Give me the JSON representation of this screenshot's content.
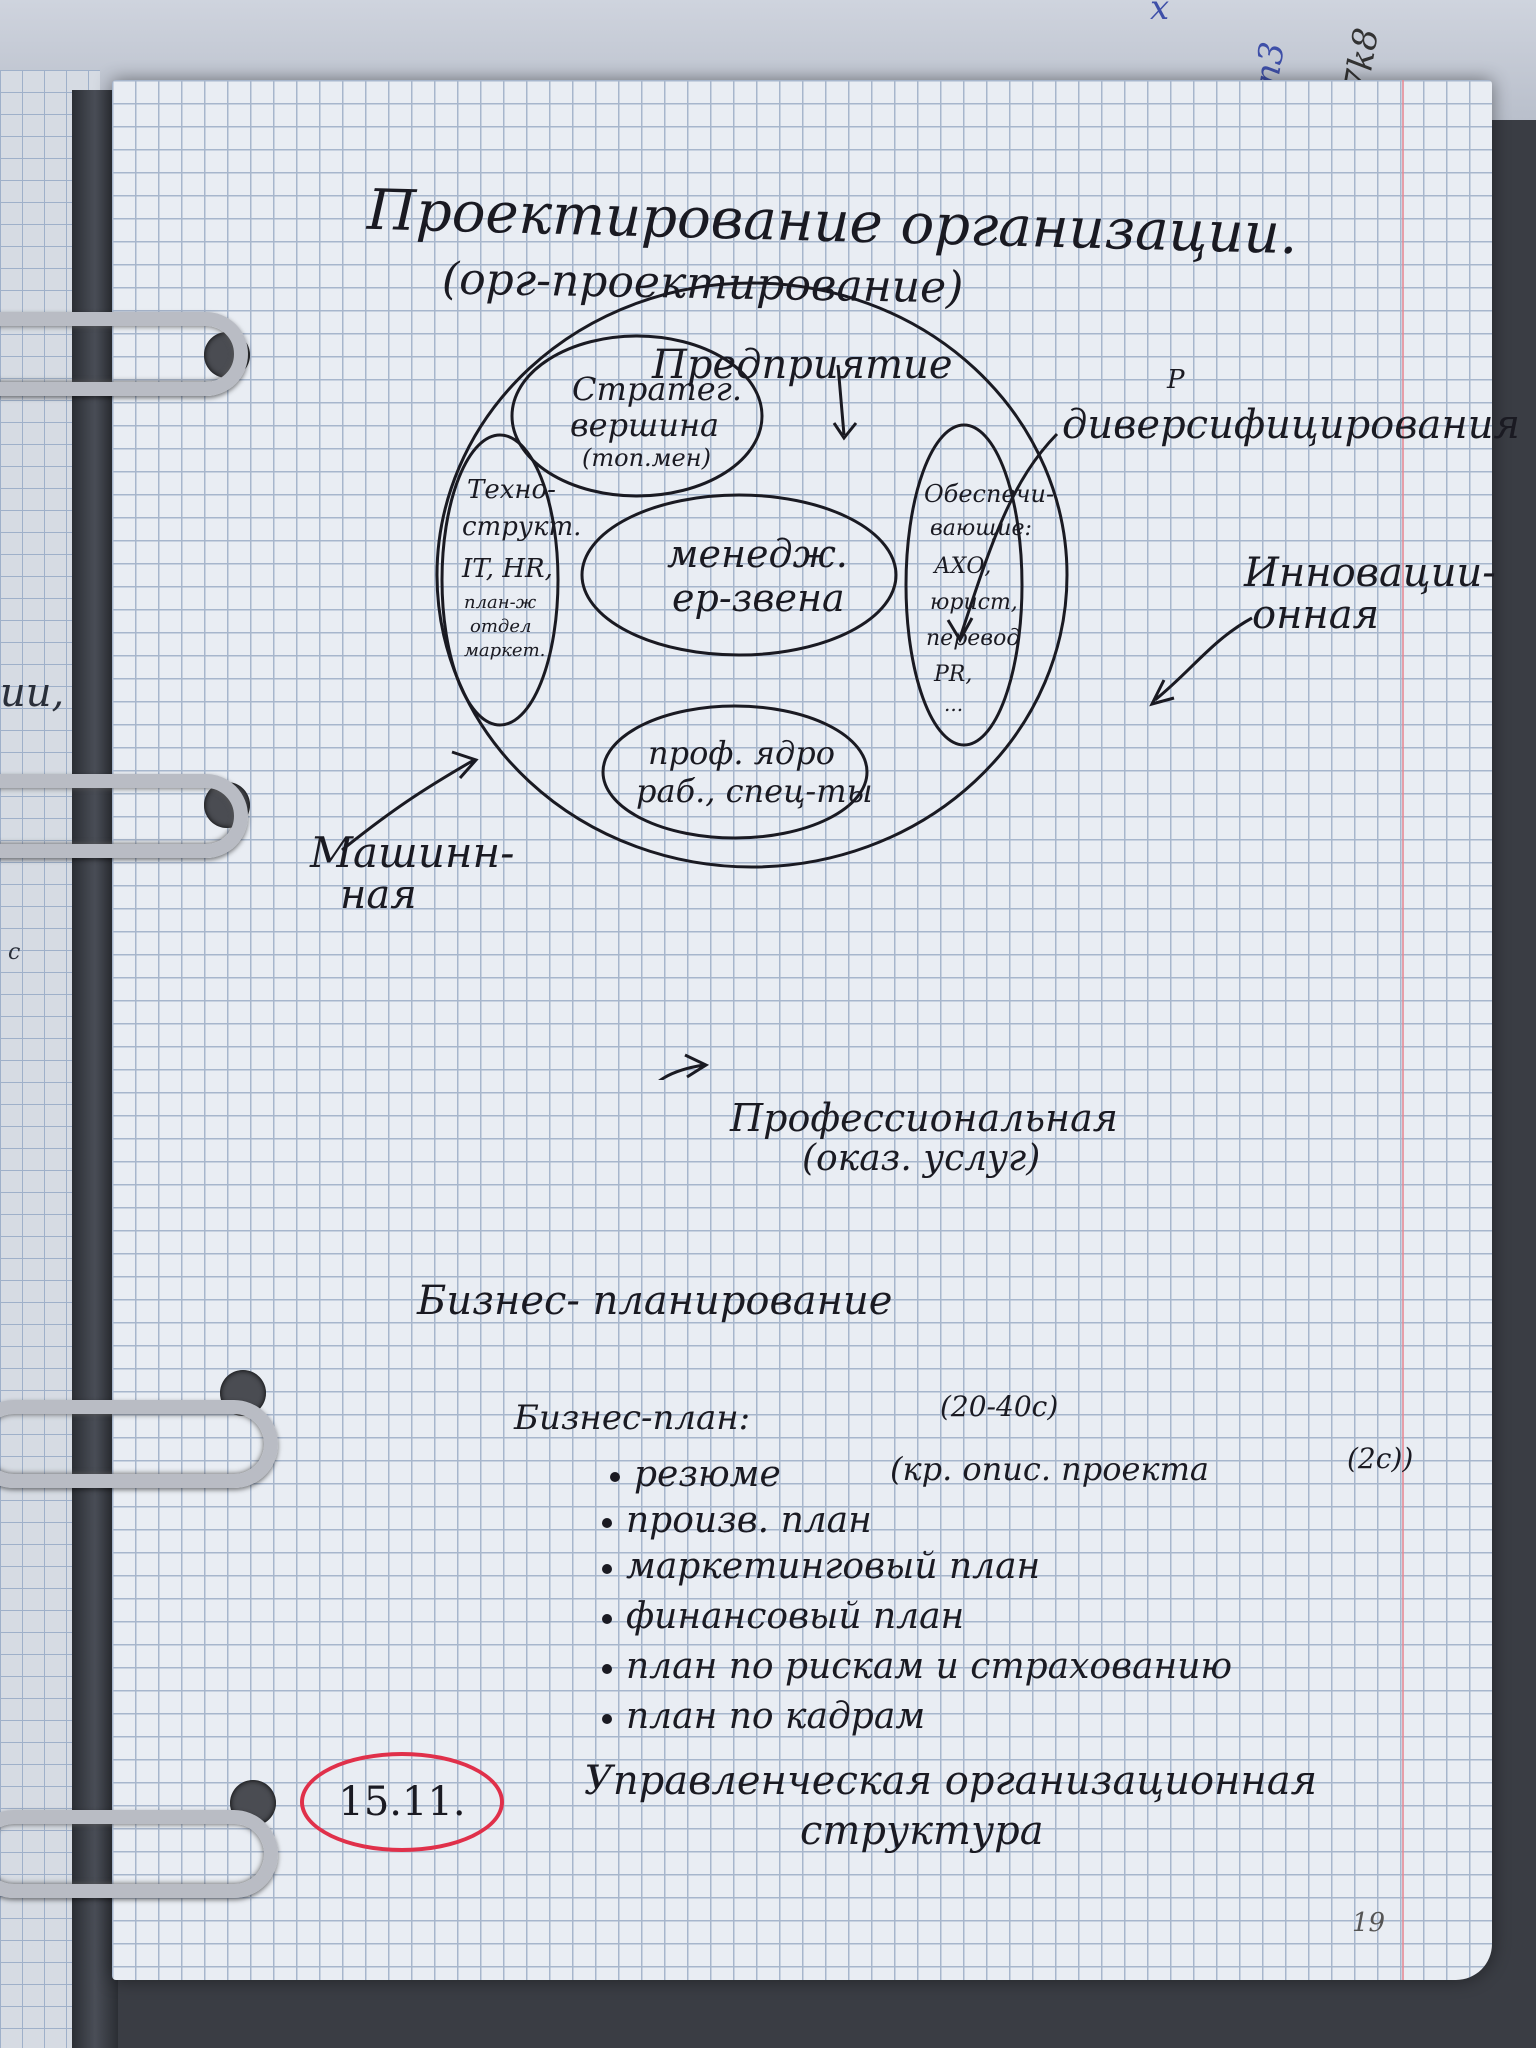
{
  "background": {
    "under_sheet_text": [
      "x",
      "n3",
      "7k8"
    ],
    "left_page_fragments": [
      "ии,",
      "с"
    ]
  },
  "page": {
    "title": "Проектирование организации.",
    "subtitle": "(орг-проектирование)",
    "diagram": {
      "top_label": "Предприятие",
      "top_right_label": "диверсифицирования",
      "top_right_marker": "P",
      "right_label": [
        "Инновации-",
        "онная"
      ],
      "left_label": [
        "Машинн-",
        "ная"
      ],
      "bottom_label": [
        "Профессиональная",
        "(оказ. услуг)"
      ],
      "center_node": [
        "менедж.",
        "ер-звена"
      ],
      "top_node": [
        "Стратег.",
        "вершина",
        "(топ.мен)"
      ],
      "left_node": [
        "Техно-",
        "структ.",
        "IT, HR,",
        "план-ж",
        "отдел",
        "маркет."
      ],
      "right_node": [
        "Обеспечи-",
        "вающие:",
        "АХО,",
        "юрист,",
        "перевод",
        "PR,",
        "..."
      ],
      "bottom_node": [
        "проф. ядро",
        "раб., спец-ты"
      ]
    },
    "section_heading": "Бизнес- планирование",
    "business_plan": {
      "heading": "Бизнес-план:",
      "pages_note": "(20-40с)",
      "items": [
        {
          "text": "резюме",
          "note": "(кр. опис. проекта",
          "note2": "(2с))"
        },
        {
          "text": "произв. план"
        },
        {
          "text": "маркетинговый план"
        },
        {
          "text": "финансовый план"
        },
        {
          "text": "план по рискам и страхованию"
        },
        {
          "text": "план по кадрам"
        }
      ]
    },
    "date": "15.11.",
    "footer_heading": [
      "Управленческая организационная",
      "структура"
    ],
    "page_number": "19"
  },
  "colors": {
    "ink": "#1a1a22",
    "date_circle": "#e0304a",
    "grid": "#a7b6cc",
    "margin": "#e58a95"
  }
}
